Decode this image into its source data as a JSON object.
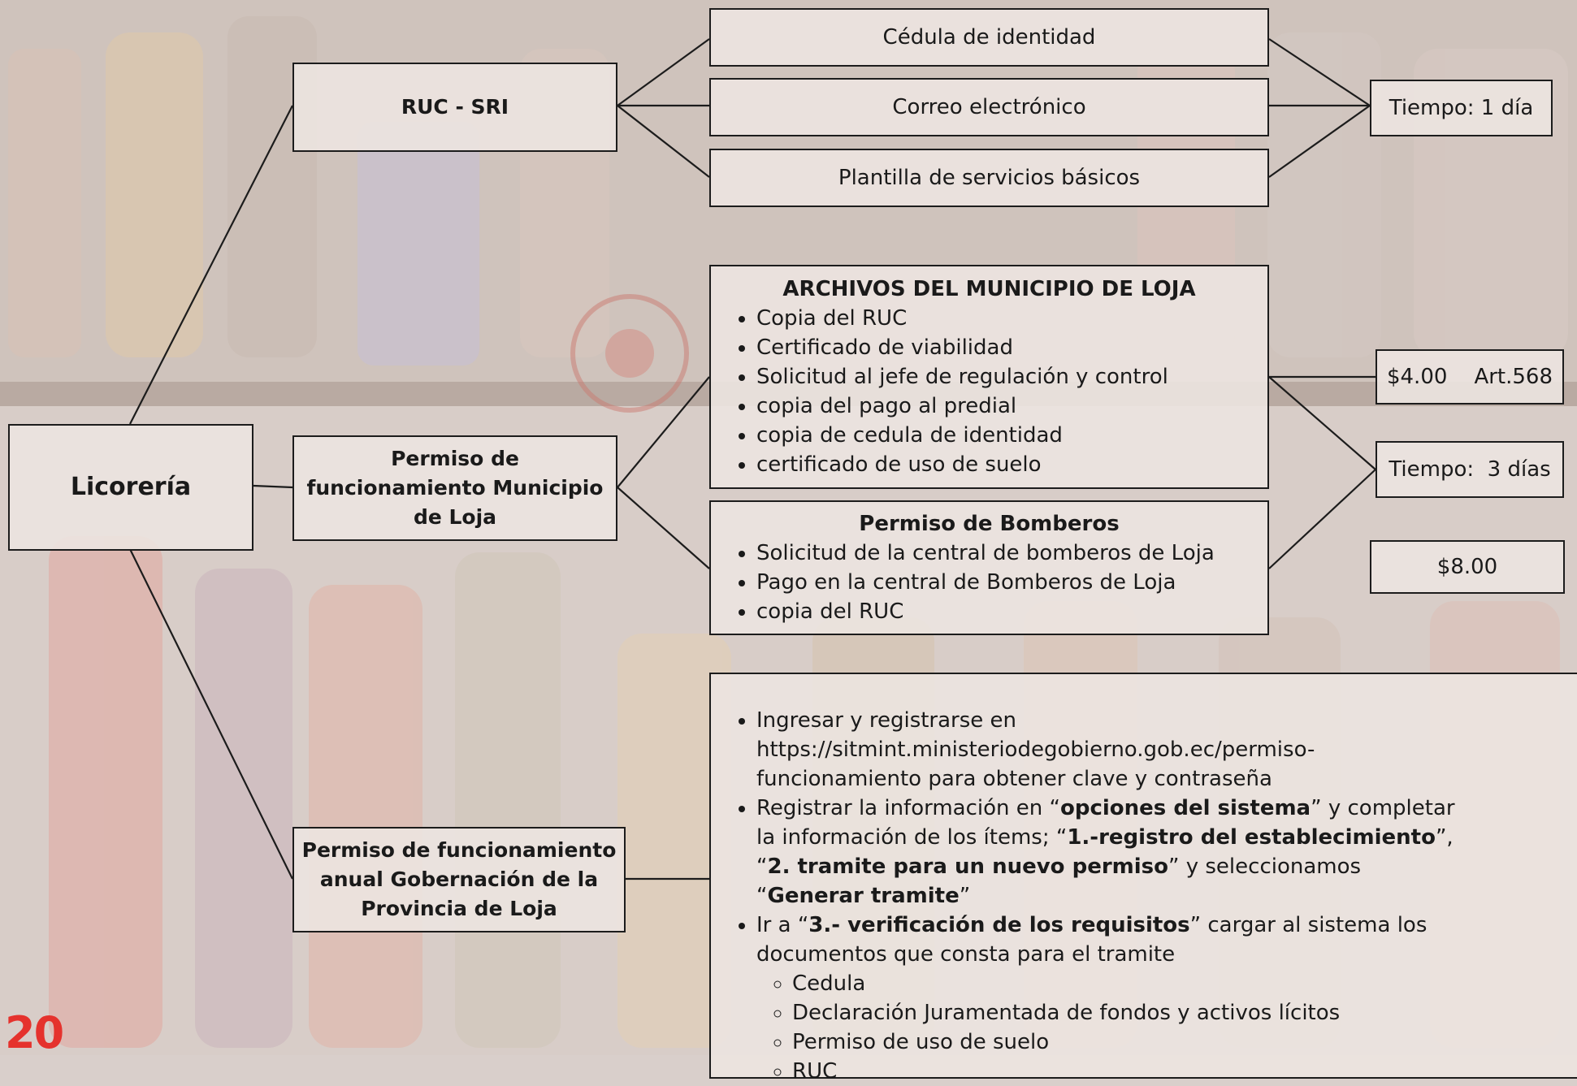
{
  "root": {
    "label": "Licorería"
  },
  "ruc": {
    "label": "RUC - SRI",
    "requirements": [
      "Cédula de identidad",
      "Correo electrónico",
      "Plantilla de servicios básicos"
    ],
    "time": "Tiempo: 1 día"
  },
  "municipio": {
    "label": "Permiso de funcionamiento Municipio de Loja",
    "archivos": {
      "title": "ARCHIVOS DEL MUNICIPIO DE LOJA",
      "items": [
        "Copia del RUC",
        "Certificado de viabilidad",
        "Solicitud al jefe de regulación y control",
        "copia del pago al predial",
        "copia de cedula de identidad",
        "certificado de uso de suelo"
      ],
      "price": "$4.00    Art.568"
    },
    "time": "Tiempo:  3 días",
    "bomberos": {
      "title": "Permiso de Bomberos",
      "items": [
        "Solicitud de la central de bomberos de Loja",
        "Pago en la central de Bomberos de Loja",
        "copia del RUC"
      ],
      "price": "$8.00"
    }
  },
  "gobernacion": {
    "label": "Permiso de funcionamiento anual Gobernación de la Provincia de Loja",
    "step1": "Ingresar y registrarse en https://sitmint.ministeriodegobierno.gob.ec/permiso-funcionamiento para obtener clave y contraseña",
    "step2": {
      "t1": " Registrar la información en “",
      "b1": "opciones del sistema",
      "t2": "” y completar la información de los ítems; “",
      "b2": "1.-registro del establecimiento",
      "t3": "”, “",
      "b3": "2. tramite para un nuevo permiso",
      "t4": "” y seleccionamos “",
      "b4": "Generar tramite",
      "t5": "”"
    },
    "step3": {
      "t1": " Ir a “",
      "b1": "3.- verificación de los requisitos",
      "t2": "” cargar al sistema los documentos que consta para el tramite"
    },
    "documents": [
      "Cedula",
      "Declaración Juramentada de fondos y activos lícitos",
      "Permiso de uso de suelo",
      "RUC"
    ]
  },
  "page_number": "20",
  "colors": {
    "accent": "#e5322d",
    "line": "#1c1c1c",
    "box_fill": "#ece4e0"
  }
}
